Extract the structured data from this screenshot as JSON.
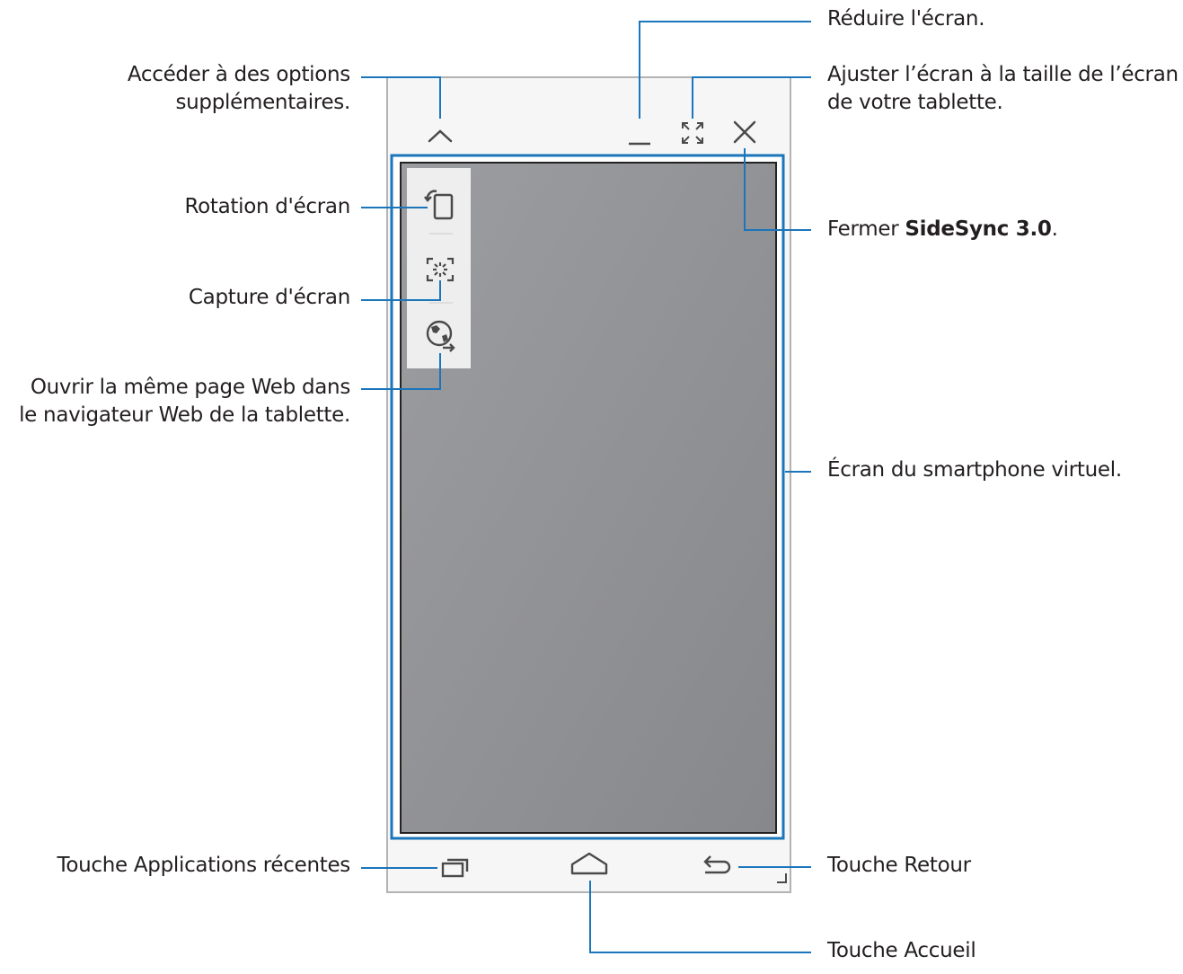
{
  "callouts": {
    "more_options": {
      "line1": "Accéder à des options",
      "line2": "supplémentaires."
    },
    "rotate": "Rotation d'écran",
    "capture": "Capture d'écran",
    "web_page": {
      "line1": "Ouvrir la même page Web dans",
      "line2": "le navigateur Web de la tablette."
    },
    "recent_apps": "Touche Applications récentes",
    "minimize": "Réduire l'écran.",
    "fit_screen": {
      "line1": "Ajuster l’écran à la taille de l’écran",
      "line2": "de votre tablette."
    },
    "close": {
      "prefix": "Fermer ",
      "app_name": "SideSync 3.0",
      "suffix": "."
    },
    "virtual_screen": "Écran du smartphone virtuel.",
    "back": "Touche Retour",
    "home": "Touche Accueil"
  },
  "colors": {
    "leader_line": "#1b75bb",
    "screen_border": "#1b75bb",
    "window_border": "#b3b3b3",
    "window_bg": "#f6f6f6",
    "toolbar_panel_bg": "#eeeeee",
    "screen_gradient_start": "#9c9da0",
    "screen_gradient_end": "#87888b",
    "icon_color": "#4a4a4a"
  },
  "icons": {
    "top_bar": [
      "chevron-up-icon",
      "minimize-icon",
      "fit-screen-icon",
      "close-icon"
    ],
    "side_toolbar": [
      "rotate-screen-icon",
      "screen-capture-icon",
      "web-browser-icon"
    ],
    "nav_bar": [
      "recent-apps-icon",
      "home-icon",
      "back-icon",
      "resize-corner-icon"
    ]
  }
}
